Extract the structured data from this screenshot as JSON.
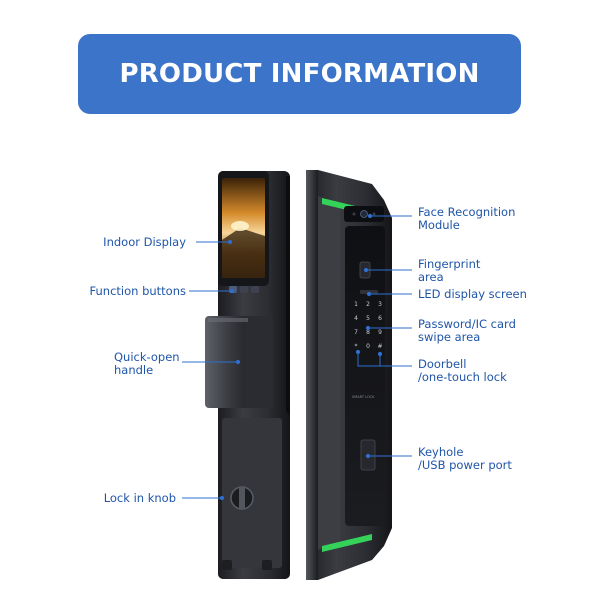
{
  "banner": {
    "title": "PRODUCT INFORMATION"
  },
  "colors": {
    "banner": "#3b74c9",
    "label": "#1f55a8",
    "leader": "#2e6fd0",
    "body": "#2a2c31",
    "accent_green": "#35d25a"
  },
  "callouts_left": [
    {
      "id": "indoor-display",
      "lines": [
        "Indoor Display"
      ]
    },
    {
      "id": "function-buttons",
      "lines": [
        "Function buttons"
      ]
    },
    {
      "id": "quick-open-handle",
      "lines": [
        "Quick-open",
        "handle"
      ]
    },
    {
      "id": "lock-in-knob",
      "lines": [
        "Lock in knob"
      ]
    }
  ],
  "callouts_right": [
    {
      "id": "face-recognition",
      "lines": [
        "Face Recognition",
        "Module"
      ]
    },
    {
      "id": "fingerprint",
      "lines": [
        "Fingerprint",
        "area"
      ]
    },
    {
      "id": "led-display",
      "lines": [
        "LED display screen"
      ]
    },
    {
      "id": "password-card",
      "lines": [
        "Password/IC card",
        "swipe area"
      ]
    },
    {
      "id": "doorbell",
      "lines": [
        "Doorbell",
        "/one-touch lock"
      ]
    },
    {
      "id": "keyhole",
      "lines": [
        "Keyhole",
        "/USB power port"
      ]
    }
  ],
  "keypad": {
    "keys": [
      "1",
      "2",
      "3",
      "4",
      "5",
      "6",
      "7",
      "8",
      "9",
      "*",
      "0",
      "#"
    ]
  },
  "brand_mark": {
    "text": "SMART LOCK"
  }
}
